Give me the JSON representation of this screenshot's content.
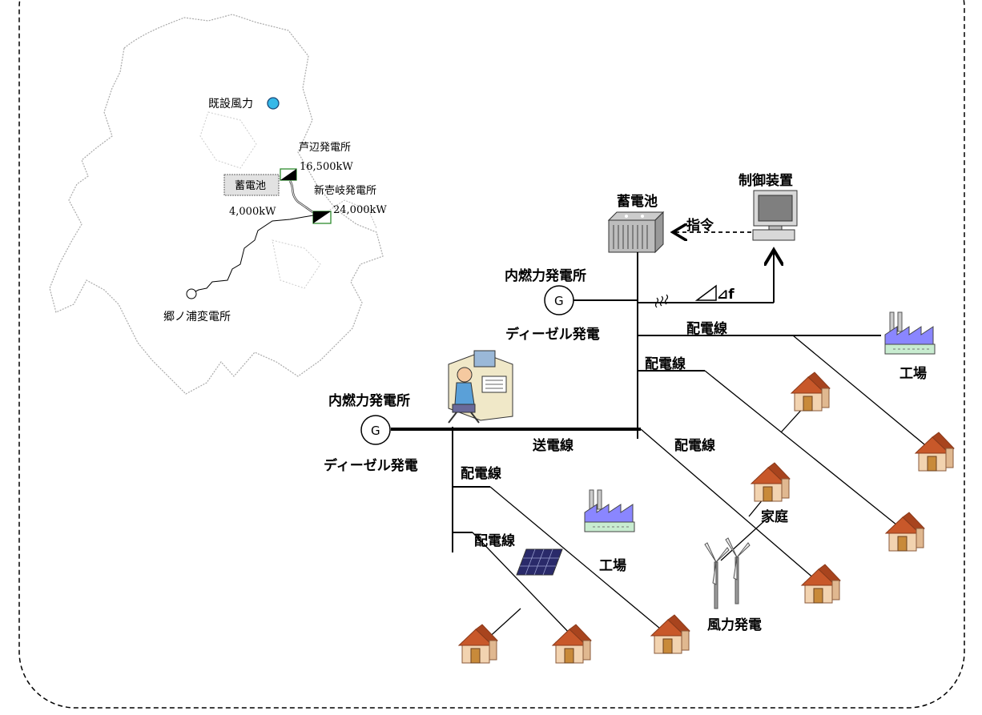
{
  "map": {
    "wind_label": "既設風力",
    "ashibe_name": "芦辺発電所",
    "ashibe_capacity": "16,500kW",
    "battery_box": "蓄電池",
    "battery_capacity": "4,000kW",
    "shin_iki_name": "新壱岐発電所",
    "shin_iki_capacity": "24,000kW",
    "gonoura_label": "郷ノ浦変電所"
  },
  "grid": {
    "battery_label": "蓄電池",
    "controller_label": "制御装置",
    "command_label": "指令",
    "delta_f_label": "⊿f",
    "plant_upper_label": "内燃力発電所",
    "generator_upper": "G",
    "diesel_upper_label": "ディーゼル発電",
    "plant_lower_label": "内燃力発電所",
    "generator_lower": "G",
    "diesel_lower_label": "ディーゼル発電",
    "transmission_label": "送電線",
    "dist_line_1": "配電線",
    "dist_line_2": "配電線",
    "dist_line_3": "配電線",
    "dist_line_4": "配電線",
    "dist_line_5": "配電線",
    "factory_upper_label": "工場",
    "factory_lower_label": "工場",
    "home_label": "家庭",
    "wind_power_label": "風力発電"
  },
  "colors": {
    "wind_dot": "#35b8e8",
    "factory_roof": "#8a86ff",
    "factory_base": "#c8ecd0",
    "house_roof": "#c8582a",
    "house_wall": "#f2d3b0",
    "plant_box_border": "#2e8b2e",
    "battery_box_fill": "#e2e2e2"
  }
}
